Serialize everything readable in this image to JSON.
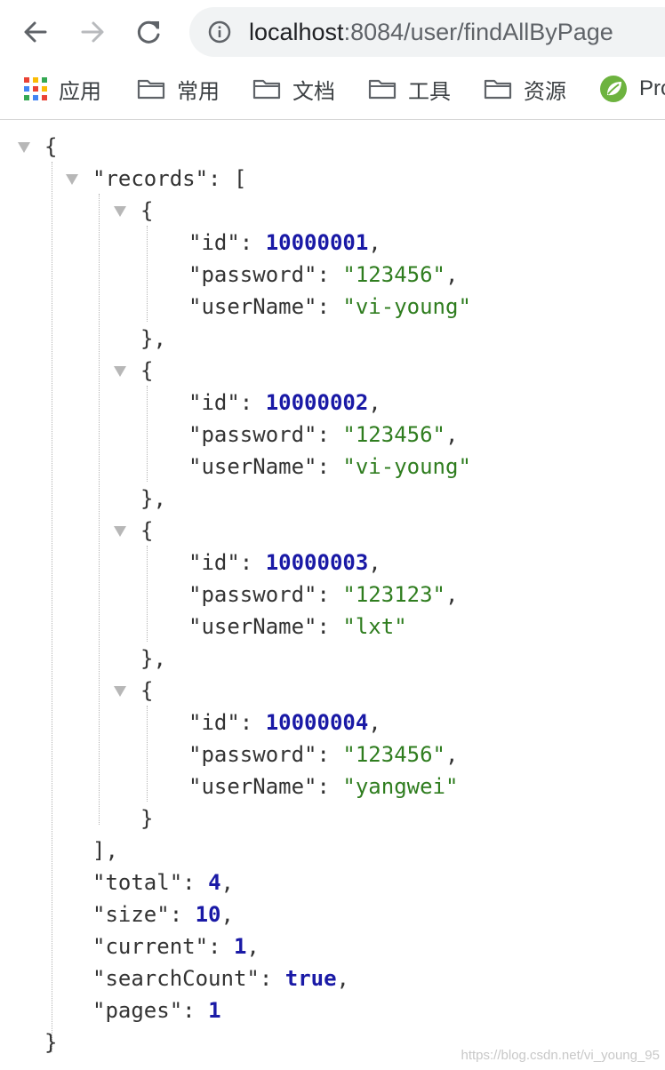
{
  "browser": {
    "url_host": "localhost",
    "url_path": ":8084/user/findAllByPage",
    "icons": {
      "back": "arrow-left-icon",
      "forward": "arrow-right-icon",
      "reload": "reload-icon",
      "info": "info-icon"
    }
  },
  "bookmarks": [
    {
      "label": "应用",
      "icon": "apps-grid-icon"
    },
    {
      "label": "常用",
      "icon": "folder-icon"
    },
    {
      "label": "文档",
      "icon": "folder-icon"
    },
    {
      "label": "工具",
      "icon": "folder-icon"
    },
    {
      "label": "资源",
      "icon": "folder-icon"
    },
    {
      "label": "Pro",
      "icon": "spring-leaf-icon"
    }
  ],
  "json": {
    "records_key": "\"records\"",
    "records": [
      {
        "id": "10000001",
        "password": "\"123456\"",
        "userName": "\"vi-young\""
      },
      {
        "id": "10000002",
        "password": "\"123456\"",
        "userName": "\"vi-young\""
      },
      {
        "id": "10000003",
        "password": "\"123123\"",
        "userName": "\"lxt\""
      },
      {
        "id": "10000004",
        "password": "\"123456\"",
        "userName": "\"yangwei\""
      }
    ],
    "keys": {
      "id": "\"id\"",
      "password": "\"password\"",
      "userName": "\"userName\""
    },
    "total_key": "\"total\"",
    "total": "4",
    "size_key": "\"size\"",
    "size": "10",
    "current_key": "\"current\"",
    "current": "1",
    "searchCount_key": "\"searchCount\"",
    "searchCount": "true",
    "pages_key": "\"pages\"",
    "pages": "1"
  },
  "watermark": "https://blog.csdn.net/vi_young_95",
  "colors": {
    "number": "#1a1aa6",
    "string": "#2f7d1f",
    "key": "#333333"
  }
}
